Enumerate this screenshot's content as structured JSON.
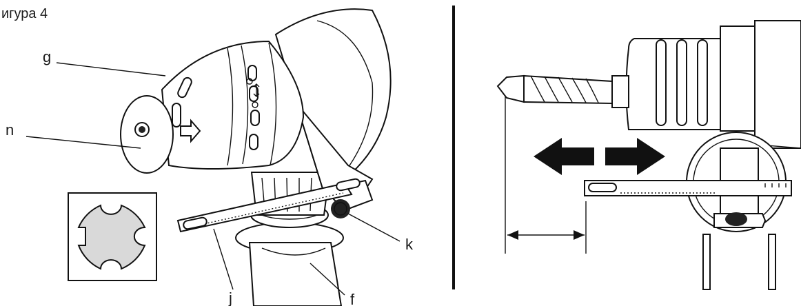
{
  "figure_title": "игура 4",
  "labels": {
    "g": "g",
    "n": "n",
    "k": "k",
    "j": "j",
    "f": "f"
  },
  "colors": {
    "ink": "#111111",
    "shank_fill": "#d9d9d9",
    "background": "#ffffff"
  }
}
